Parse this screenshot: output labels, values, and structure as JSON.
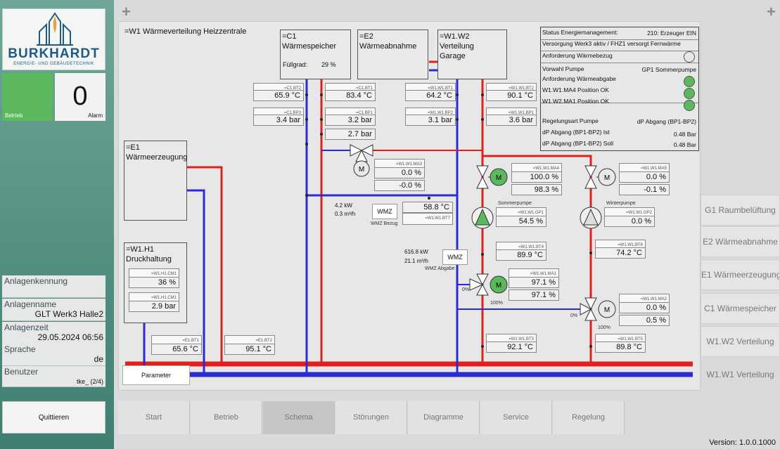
{
  "header": {
    "title": "=W1 Wärmeverteilung Heizzentrale"
  },
  "logo": {
    "brand": "BURKHARDT",
    "tagline": "ENERGIE- UND GEBÄUDETECHNIK"
  },
  "status_tiles": {
    "operation_label": "Betrieb",
    "alarm_count": "0",
    "alarm_label": "Alarm"
  },
  "info": {
    "anlagenkennung_label": "Anlagenkennung",
    "anlagenkennung_value": "",
    "anlagenname_label": "Anlagenname",
    "anlagenname_value": "GLT Werk3 Halle2",
    "anlagenzeit_label": "Anlagenzeit",
    "anlagenzeit_value": "29.05.2024 06:56",
    "sprache_label": "Sprache",
    "sprache_value": "de",
    "benutzer_label": "Benutzer",
    "benutzer_value": "tke_    (2/4)"
  },
  "quit_label": "Quittieren",
  "boxes": {
    "c1": {
      "id": "=C1",
      "name": "Wärmespeicher",
      "fill_label": "Füllgrad:",
      "fill_value": "29 %"
    },
    "e2": {
      "id": "=E2",
      "name": "Wärmeabnahme"
    },
    "w1w2": {
      "id": "=W1.W2",
      "name1": "Verteilung",
      "name2": "Garage"
    },
    "e1": {
      "id": "=E1",
      "name": "Wärmeerzeugung"
    },
    "w1h1": {
      "id": "=W1.H1",
      "name": "Druckhaltung"
    }
  },
  "sensors": {
    "c1bt2": {
      "tag": "=C1.BT2",
      "value": "65.9 °C"
    },
    "c1bp3": {
      "tag": "=C1.BP3",
      "value": "3.4 bar"
    },
    "c1bt1": {
      "tag": "=C1.BT1",
      "value": "83.4 °C"
    },
    "c1bp1": {
      "tag": "=C1.BP1",
      "value": "3.2 bar"
    },
    "c1bp1b": {
      "value": "2.7 bar"
    },
    "w1bt1": {
      "tag": "=W1.W1.BT1",
      "value": "64.2 °C"
    },
    "w1bp2": {
      "tag": "=W1.W1.BP2",
      "value": "3.1 bar"
    },
    "w1bt2": {
      "tag": "=W1.W1.BT2",
      "value": "90.1 °C"
    },
    "w1bp1": {
      "tag": "=W1.W1.BP1",
      "value": "3.6 bar"
    },
    "ma3": {
      "tag": "=W1.W1.MA3",
      "value1": "0.0 %",
      "value2": "-0.0 %"
    },
    "ma4": {
      "tag": "=W1.W1.MA4",
      "value1": "100.0 %",
      "value2": "98.3 %"
    },
    "ma5": {
      "tag": "=W1.W1.MA5",
      "value1": "0.0 %",
      "value2": "-0.1 %"
    },
    "bt7": {
      "tag": "=W1.W1.BT7",
      "value": "58.8 °C"
    },
    "gp1": {
      "tag": "=W1.W1.GP1",
      "value": "54.5 %",
      "label": "Sommerpumpe"
    },
    "gp2": {
      "tag": "=W1.W1.GP2",
      "value": "0.0 %",
      "label": "Winterpumpe"
    },
    "bt4": {
      "tag": "=W1.W1.BT4",
      "value": "89.9 °C"
    },
    "bt6": {
      "tag": "=W1.W1.BT6",
      "value": "74.2 °C"
    },
    "ma1": {
      "tag": "=W1.W1.MA1",
      "value1": "97.1 %",
      "value2": "97.1 %"
    },
    "ma2": {
      "tag": "=W1.W1.MA2",
      "value1": "0.0 %",
      "value2": "0.5 %"
    },
    "bt3": {
      "tag": "=W1.W1.BT3",
      "value": "92.1 °C"
    },
    "bt5": {
      "tag": "=W1.W1.BT5",
      "value": "89.8 °C"
    },
    "h1cm1": {
      "tag": "=W1.H1.CM1",
      "value": "36 %"
    },
    "h1cm1b": {
      "tag": "=W1.H1.CM1",
      "value": "2.9 bar"
    },
    "e1bt1": {
      "tag": "=E1.BT1",
      "value": "65.6 °C"
    },
    "e1bt2": {
      "tag": "=E1.BT2",
      "value": "95.1 °C"
    }
  },
  "wmz": {
    "bezug": {
      "label": "WMZ",
      "caption": "WMZ Bezug",
      "power": "4.2 kW",
      "flow": "0.3 m³/h"
    },
    "abgabe": {
      "label": "WMZ",
      "caption": "WMZ Abgabe",
      "power": "616.8 kW",
      "flow": "21.1 m³/h"
    }
  },
  "valve_marks": {
    "ma1_min": "0%",
    "ma1_max": "100%",
    "ma2_min": "0%",
    "ma2_max": "100%"
  },
  "status_panel": {
    "r1_label": "Status Energiemanagement:",
    "r1_value": "210: Erzeuger EIN",
    "r2_label": "Versorgung Werk3 aktiv / FHZ1 versorgt Fernwärme",
    "r3_label": "Anforderung Wärmebezug",
    "r4_label": "Vorwahl Pumpe",
    "r4_value": "GP1 Sommerpumpe",
    "r5_label": "Anforderung Wärmeabgabe",
    "r6_label": "W1.W1.MA4 Position OK",
    "r7_label": "W1.W2.MA1 Position OK",
    "r8_label": "Regelungsart Pumpe",
    "r8_value": "dP Abgang (BP1-BP2)",
    "r9_label": "dP Abgang (BP1-BP2) Ist",
    "r9_value": "0.48 Bar",
    "r10_label": "dP Abgang (BP1-BP2) Soll",
    "r10_value": "0.48 Bar"
  },
  "right_nav": [
    "G1 Raumbelüftung",
    "E2 Wärmeabnahme",
    "E1 Wärmeerzeugung",
    "C1 Wärmespeicher",
    "W1.W2 Verteilung",
    "W1.W1 Verteilung"
  ],
  "parameter_label": "Parameter",
  "tabs": [
    "Start",
    "Betrieb",
    "Schema",
    "Störungen",
    "Diagramme",
    "Service",
    "Regelung"
  ],
  "version": "Version:   1.0.0.1000",
  "colors": {
    "supply": "#e0201d",
    "return": "#2b2bd6",
    "active": "#5cb85c"
  }
}
